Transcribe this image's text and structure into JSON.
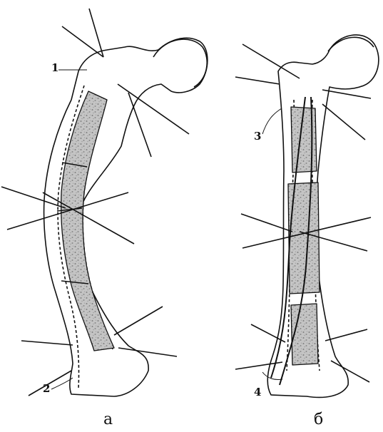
{
  "figure": {
    "panels": [
      {
        "id": "a",
        "caption": "а",
        "callouts": [
          "1",
          "2"
        ]
      },
      {
        "id": "b",
        "caption": "б",
        "callouts": [
          "3",
          "4"
        ]
      }
    ],
    "colors": {
      "stroke": "#111111",
      "graft_fill": "#bdbdbd",
      "background": "#ffffff"
    }
  }
}
